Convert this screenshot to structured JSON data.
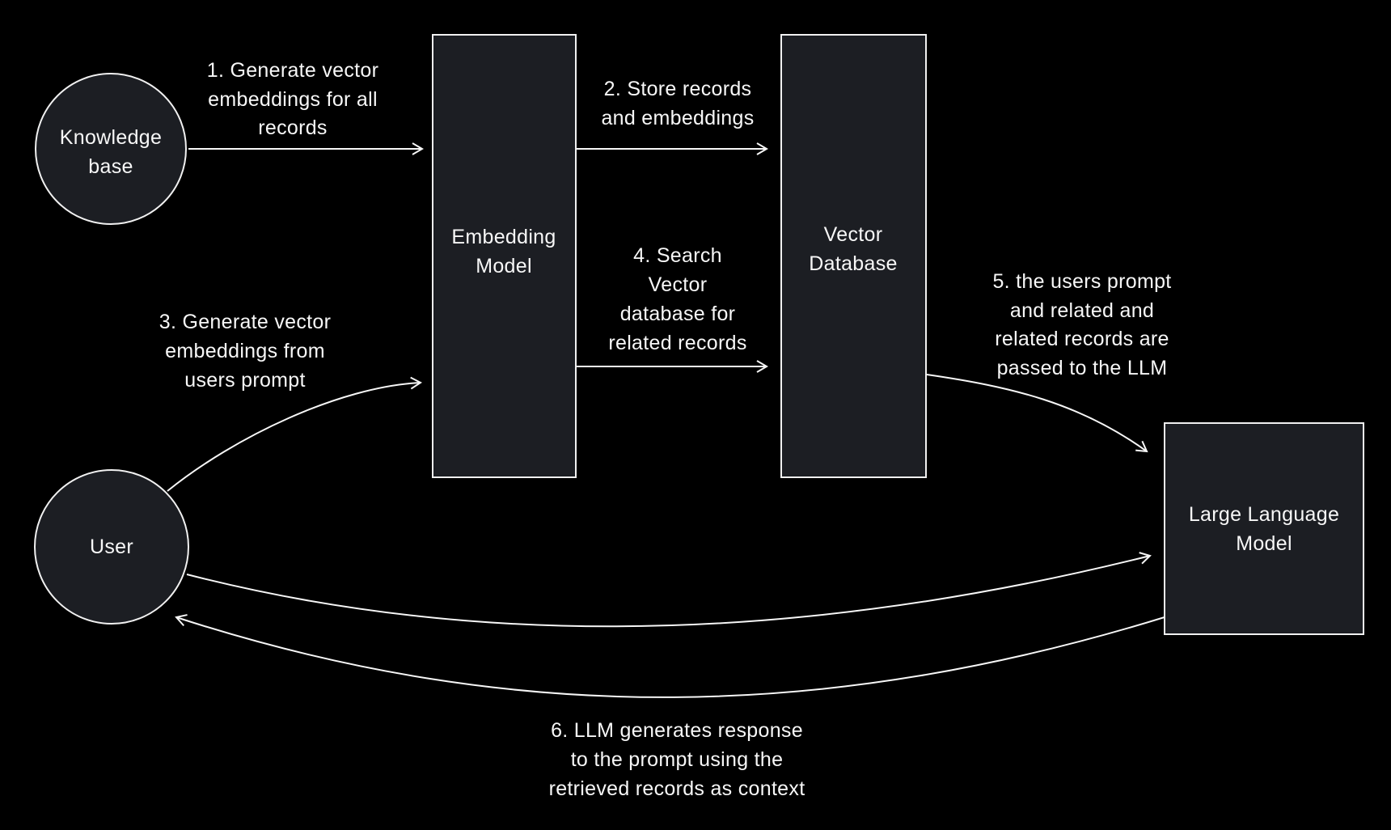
{
  "colors": {
    "background": "#000000",
    "node_fill": "#1c1e23",
    "node_border": "#f1f1f1",
    "text": "#f7f7f7",
    "arrow": "#f7f7f7"
  },
  "nodes": {
    "knowledge_base": {
      "lines": [
        "Knowledge",
        "base"
      ]
    },
    "embedding_model": {
      "lines": [
        "Embedding",
        "Model"
      ]
    },
    "vector_database": {
      "lines": [
        "Vector",
        "Database"
      ]
    },
    "user": {
      "lines": [
        "User"
      ]
    },
    "large_language_model": {
      "lines": [
        "Large Language",
        "Model"
      ]
    }
  },
  "steps": {
    "step1": {
      "lines": [
        "1. Generate vector",
        "embeddings for all",
        "records"
      ]
    },
    "step2": {
      "lines": [
        "2. Store records",
        "and embeddings"
      ]
    },
    "step3": {
      "lines": [
        "3. Generate vector",
        "embeddings from",
        "users prompt"
      ]
    },
    "step4": {
      "lines": [
        "4. Search",
        "Vector",
        "database for",
        "related records"
      ]
    },
    "step5": {
      "lines": [
        "5. the users prompt",
        "and related and",
        "related records are",
        "passed to the LLM"
      ]
    },
    "step6": {
      "lines": [
        "6. LLM generates response",
        "to the prompt using the",
        "retrieved records as context"
      ]
    }
  }
}
